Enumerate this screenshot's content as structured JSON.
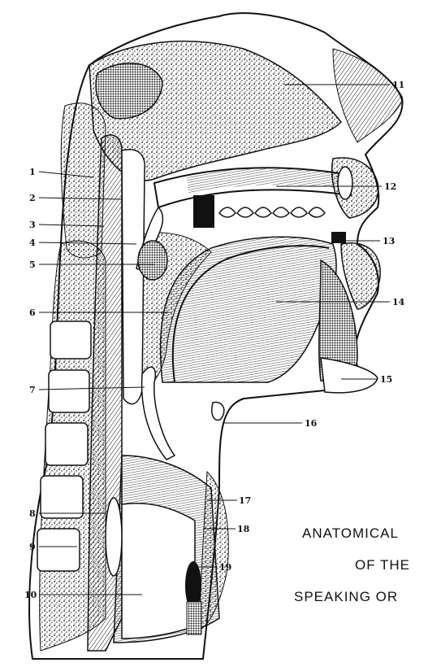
{
  "figure": {
    "caption_lines": [
      "ANATOMICAL",
      "OF THE",
      "SPEAKING OR"
    ],
    "labels_left": [
      "1",
      "2",
      "3",
      "4",
      "5",
      "6",
      "7",
      "8",
      "9",
      "10"
    ],
    "labels_right": [
      "11",
      "12",
      "13",
      "14",
      "15",
      "16",
      "17",
      "18",
      "19"
    ]
  },
  "colors": {
    "ink": "#111111",
    "paper": "#ffffff"
  }
}
